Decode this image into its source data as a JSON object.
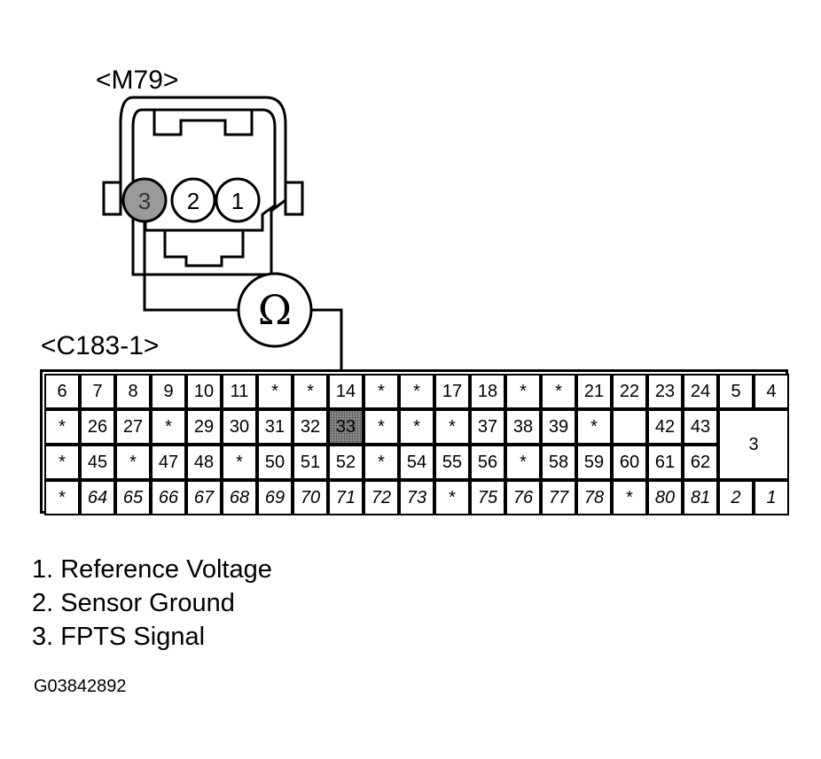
{
  "connector_label": "<M79>",
  "ecm_label": "<C183-1>",
  "ohmmeter_symbol": "Ω",
  "sensor_pins": [
    "3",
    "2",
    "1"
  ],
  "highlight_color": "#9a9a9a",
  "pin_grid": {
    "rows": [
      [
        "6",
        "7",
        "8",
        "9",
        "10",
        "11",
        "*",
        "*",
        "14",
        "*",
        "*",
        "17",
        "18",
        "*",
        "*",
        "21",
        "22",
        "23",
        "24",
        "5",
        "4"
      ],
      [
        "*",
        "26",
        "27",
        "*",
        "29",
        "30",
        "31",
        "32",
        "33",
        "*",
        "*",
        "*",
        "37",
        "38",
        "39",
        "*",
        "",
        "42",
        "43"
      ],
      [
        "*",
        "45",
        "*",
        "47",
        "48",
        "*",
        "50",
        "51",
        "52",
        "*",
        "54",
        "55",
        "56",
        "*",
        "58",
        "59",
        "60",
        "61",
        "62"
      ],
      [
        "*",
        "64",
        "65",
        "66",
        "67",
        "68",
        "69",
        "70",
        "71",
        "72",
        "73",
        "*",
        "75",
        "76",
        "77",
        "78",
        "*",
        "80",
        "81",
        "2",
        "1"
      ]
    ],
    "merged_cell": "3",
    "highlighted_pin": "33"
  },
  "legend": [
    "1. Reference Voltage",
    "2. Sensor Ground",
    "3. FPTS Signal"
  ],
  "figure_id": "G03842892"
}
